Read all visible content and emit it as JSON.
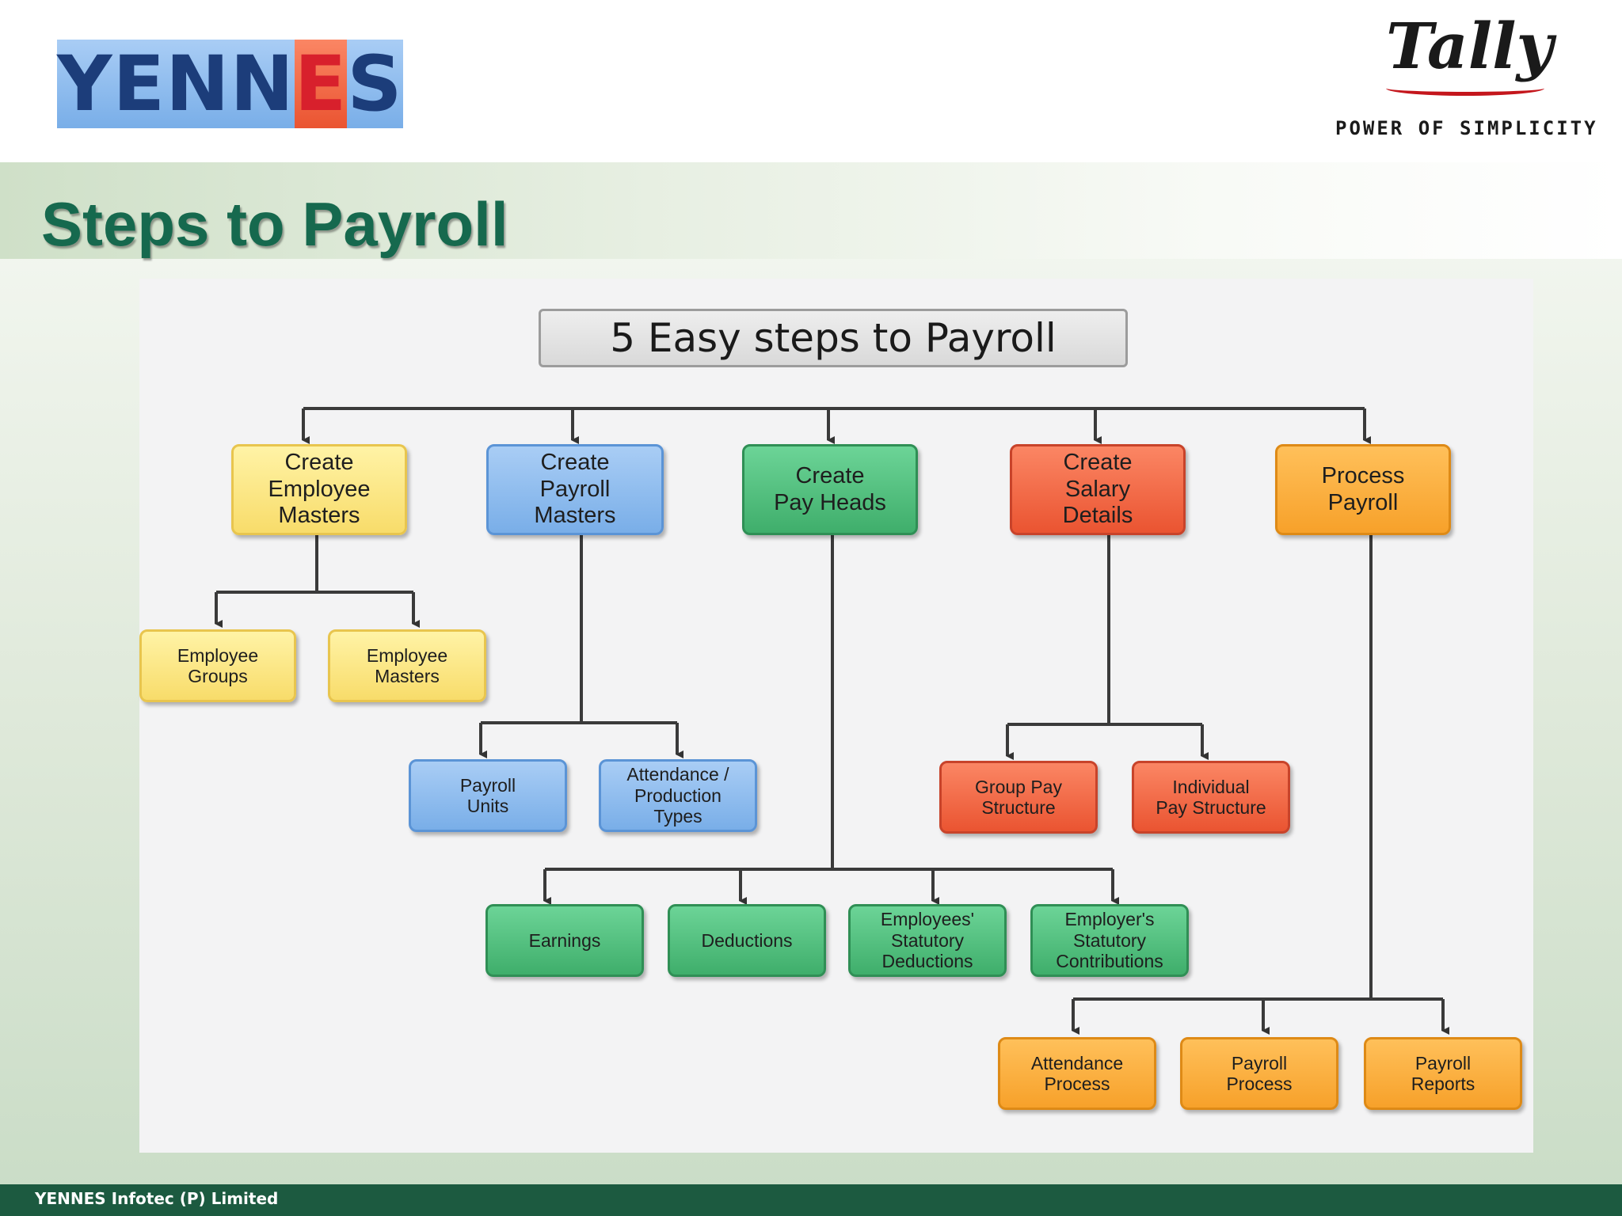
{
  "header": {
    "logo_left": {
      "text_blue": "YENN",
      "text_red": "E",
      "text_blue_end": "S"
    },
    "logo_right": {
      "brand": "Tally",
      "tagline": "POWER OF SIMPLICITY"
    }
  },
  "slide": {
    "title": "Steps to Payroll"
  },
  "diagram": {
    "title": "5 Easy steps to Payroll",
    "steps": [
      {
        "id": "step-1",
        "label": "Create\nEmployee\nMasters",
        "color": "#f8dc6a",
        "children": [
          "Employee\nGroups",
          "Employee\nMasters"
        ]
      },
      {
        "id": "step-2",
        "label": "Create\nPayroll\nMasters",
        "color": "#79aee8",
        "children": [
          "Payroll\nUnits",
          "Attendance /\nProduction\nTypes"
        ]
      },
      {
        "id": "step-3",
        "label": "Create\nPay Heads",
        "color": "#3fae6b",
        "children": [
          "Earnings",
          "Deductions",
          "Employees'\nStatutory\nDeductions",
          "Employer's\nStatutory\nContributions"
        ]
      },
      {
        "id": "step-4",
        "label": "Create\nSalary\nDetails",
        "color": "#ea5431",
        "children": [
          "Group Pay\nStructure",
          "Individual\nPay Structure"
        ]
      },
      {
        "id": "step-5",
        "label": "Process\nPayroll",
        "color": "#f7a12a",
        "children": [
          "Attendance\nProcess",
          "Payroll\nProcess",
          "Payroll\nReports"
        ]
      }
    ]
  },
  "footer": {
    "text": "YENNES Infotec (P) Limited"
  }
}
